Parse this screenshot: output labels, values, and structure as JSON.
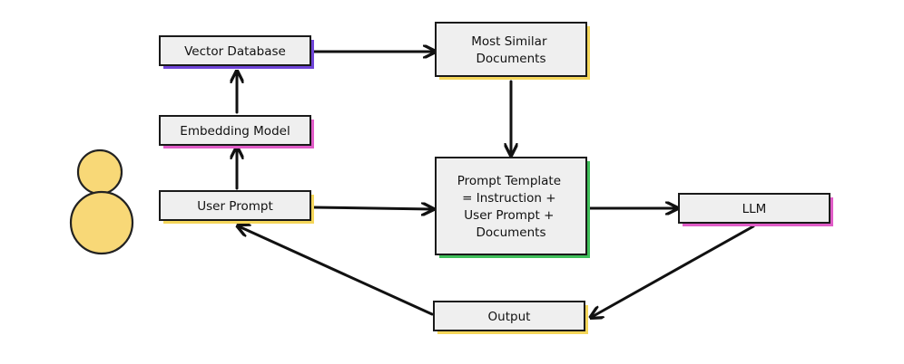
{
  "colors": {
    "box_fill": "#efefef",
    "border": "#1a1a1a",
    "person": "#f8d877",
    "accent_purple": "#6f45d8",
    "accent_pink": "#e05cc7",
    "accent_yellow": "#f4d65a",
    "accent_green": "#3fbf5a"
  },
  "nodes": {
    "vector_db": {
      "lines": [
        "Vector Database"
      ],
      "accent": "purple"
    },
    "embedding": {
      "lines": [
        "Embedding Model"
      ],
      "accent": "pink"
    },
    "user_prompt": {
      "lines": [
        "User Prompt"
      ],
      "accent": "yellow"
    },
    "similar_docs": {
      "lines": [
        "Most Similar",
        "Documents"
      ],
      "accent": "yellow"
    },
    "prompt_template": {
      "lines": [
        "Prompt Template",
        "= Instruction +",
        "User Prompt +",
        "Documents"
      ],
      "accent": "green"
    },
    "llm": {
      "lines": [
        "LLM"
      ],
      "accent": "pink"
    },
    "output": {
      "lines": [
        "Output"
      ],
      "accent": "yellow"
    }
  },
  "icons": {
    "person": "user-avatar-icon"
  }
}
